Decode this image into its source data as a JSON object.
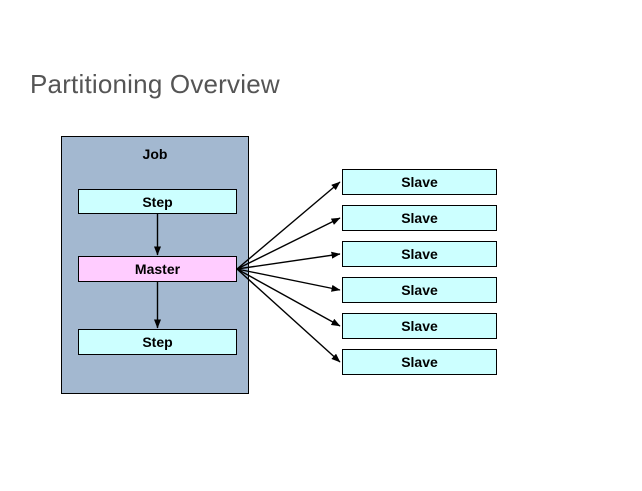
{
  "page": {
    "title": "Partitioning Overview",
    "background_color": "#ffffff",
    "title_color": "#555555"
  },
  "diagram": {
    "type": "flow-diagram",
    "job": {
      "label": "Job",
      "fill_color": "#a3b8d0",
      "border_color": "#000000",
      "children": [
        {
          "id": "step-top",
          "label": "Step",
          "fill_color": "#ccffff"
        },
        {
          "id": "master-box",
          "label": "Master",
          "fill_color": "#ffccff"
        },
        {
          "id": "step-bottom",
          "label": "Step",
          "fill_color": "#ccffff"
        }
      ]
    },
    "slaves": {
      "fill_color": "#ccffff",
      "border_color": "#000000",
      "items": [
        {
          "id": "slave-0",
          "label": "Slave"
        },
        {
          "id": "slave-1",
          "label": "Slave"
        },
        {
          "id": "slave-2",
          "label": "Slave"
        },
        {
          "id": "slave-3",
          "label": "Slave"
        },
        {
          "id": "slave-4",
          "label": "Slave"
        },
        {
          "id": "slave-5",
          "label": "Slave"
        }
      ]
    },
    "connectors": {
      "arrow_color": "#000000",
      "vertical": [
        {
          "from": "step-top",
          "to": "master-box"
        },
        {
          "from": "master-box",
          "to": "step-bottom"
        }
      ],
      "fan_out": {
        "from": "master-box",
        "to": [
          "slave-0",
          "slave-1",
          "slave-2",
          "slave-3",
          "slave-4",
          "slave-5"
        ]
      }
    }
  }
}
